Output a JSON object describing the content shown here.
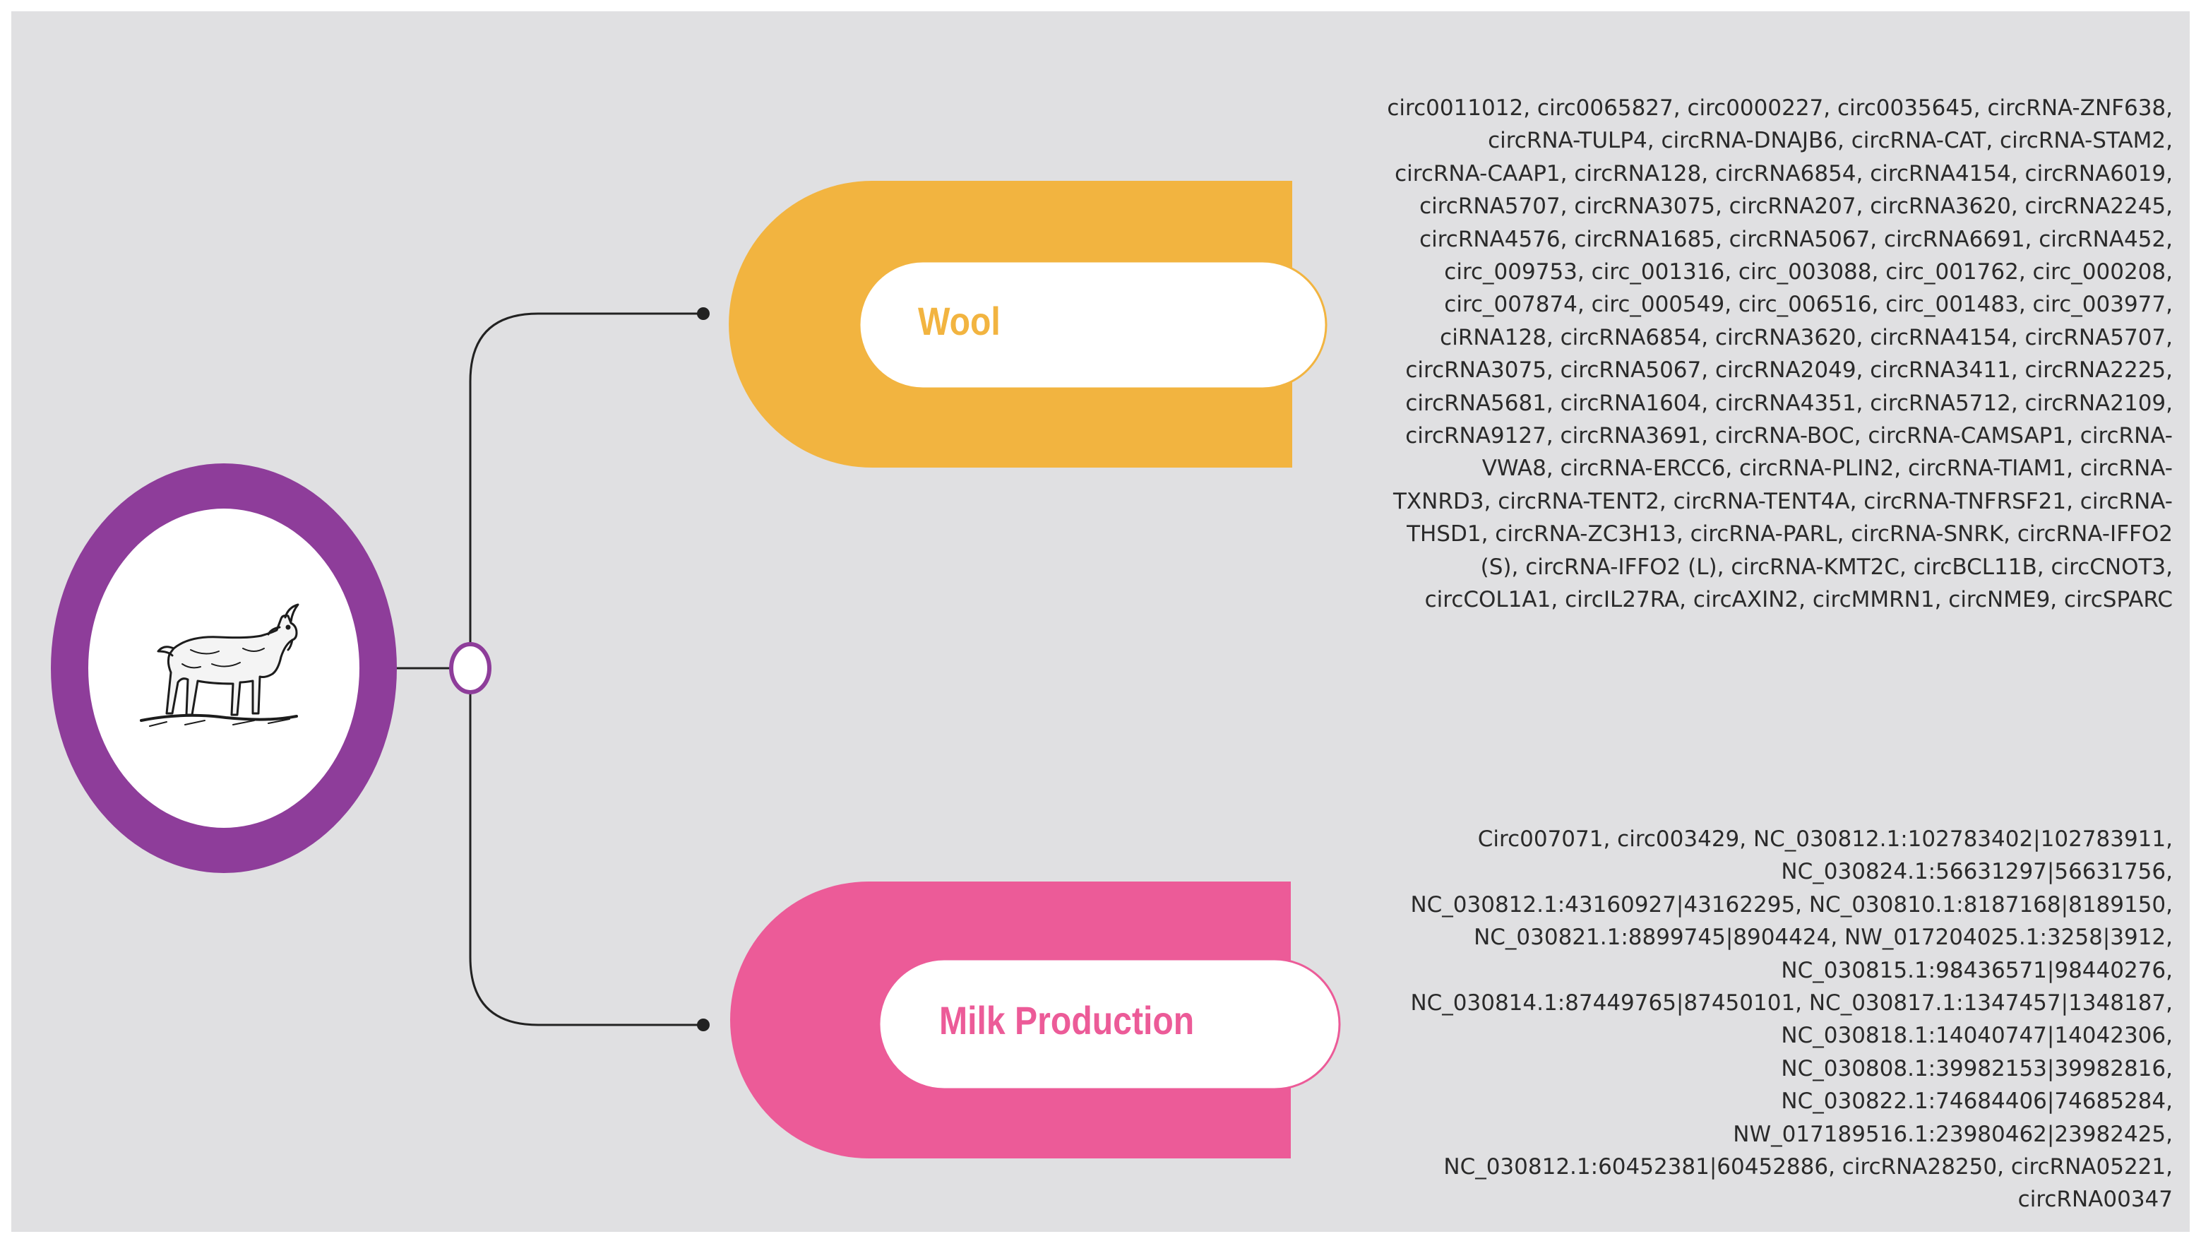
{
  "colors": {
    "background": "#e0e0e2",
    "wool_accent": "#f2b440",
    "milk_accent": "#ec5b98",
    "root_ring": "#8e3d9a",
    "connector": "#222222",
    "text": "#2a2a2a"
  },
  "root": {
    "icon": "goat-icon"
  },
  "branches": [
    {
      "label": "Wool",
      "lines": [
        "circ0011012, circ0065827, circ0000227, circ0035645, circRNA-ZNF638,",
        "circRNA-TULP4, circRNA-DNAJB6, circRNA-CAT, circRNA-STAM2,",
        "circRNA-CAAP1, circRNA128, circRNA6854, circRNA4154, circRNA6019,",
        "circRNA5707, circRNA3075, circRNA207, circRNA3620, circRNA2245,",
        "circRNA4576, circRNA1685, circRNA5067, circRNA6691, circRNA452,",
        "circ_009753, circ_001316, circ_003088, circ_001762, circ_000208,",
        "circ_007874, circ_000549, circ_006516, circ_001483, circ_003977,",
        "ciRNA128, circRNA6854, circRNA3620, circRNA4154, circRNA5707,",
        "circRNA3075, circRNA5067, circRNA2049, circRNA3411, circRNA2225,",
        "circRNA5681, circRNA1604, circRNA4351, circRNA5712, circRNA2109,",
        "circRNA9127, circRNA3691, circRNA-BOC, circRNA-CAMSAP1, circRNA-",
        "VWA8, circRNA-ERCC6, circRNA-PLIN2, circRNA-TIAM1, circRNA-",
        "TXNRD3, circRNA-TENT2, circRNA-TENT4A, circRNA-TNFRSF21, circRNA-",
        "THSD1, circRNA-ZC3H13, circRNA-PARL, circRNA-SNRK, circRNA-IFFO2",
        "(S), circRNA-IFFO2 (L), circRNA-KMT2C, circBCL11B, circCNOT3,",
        "circCOL1A1, circIL27RA, circAXIN2, circMMRN1, circNME9, circSPARC"
      ]
    },
    {
      "label": "Milk Production",
      "lines": [
        "Circ007071, circ003429, NC_030812.1:102783402|102783911,",
        "NC_030824.1:56631297|56631756,",
        "NC_030812.1:43160927|43162295, NC_030810.1:8187168|8189150,",
        "NC_030821.1:8899745|8904424, NW_017204025.1:3258|3912,",
        "NC_030815.1:98436571|98440276,",
        "NC_030814.1:87449765|87450101, NC_030817.1:1347457|1348187,",
        "NC_030818.1:14040747|14042306,",
        "NC_030808.1:39982153|39982816,",
        "NC_030822.1:74684406|74685284,",
        "NW_017189516.1:23980462|23982425,",
        "NC_030812.1:60452381|60452886, circRNA28250, circRNA05221,",
        "circRNA00347"
      ]
    }
  ]
}
